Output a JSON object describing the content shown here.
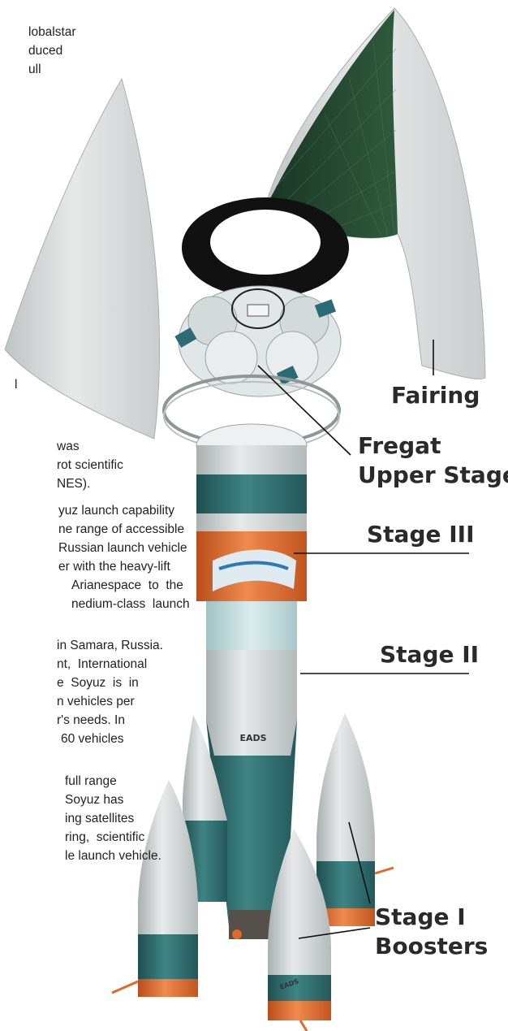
{
  "text_lines": [
    "lobalstar",
    "duced",
    "ull",
    "l",
    "was",
    "rot scientific",
    "NES).",
    "yuz launch capability",
    "ne range of accessible",
    "Russian launch vehicle",
    "er with the heavy-lift",
    "Arianespace  to  the",
    "nedium-class  launch",
    "in Samara, Russia.",
    "nt,  International",
    "e  Soyuz  is  in",
    "n vehicles per",
    "r's needs. In",
    "60 vehicles",
    "full range",
    "Soyuz has",
    "ing satellites",
    "ring,  scientific",
    "le launch vehicle."
  ],
  "labels": {
    "fairing": "Fairing",
    "fregat_line1": "Fregat",
    "fregat_line2": "Upper Stage",
    "stage3": "Stage III",
    "stage2": "Stage II",
    "stage1_line1": "Stage I",
    "stage1_line2": "Boosters"
  },
  "branding": {
    "stage2_logo": "EADS",
    "booster_logo": "EADS"
  },
  "colors": {
    "fairing_shell": "#d7dad9",
    "fairing_inner": "#22432c",
    "body_white": "#d9dddd",
    "body_teal": "#2f6e6e",
    "band_orange": "#e0692c",
    "label_text": "#2a2a2a"
  }
}
